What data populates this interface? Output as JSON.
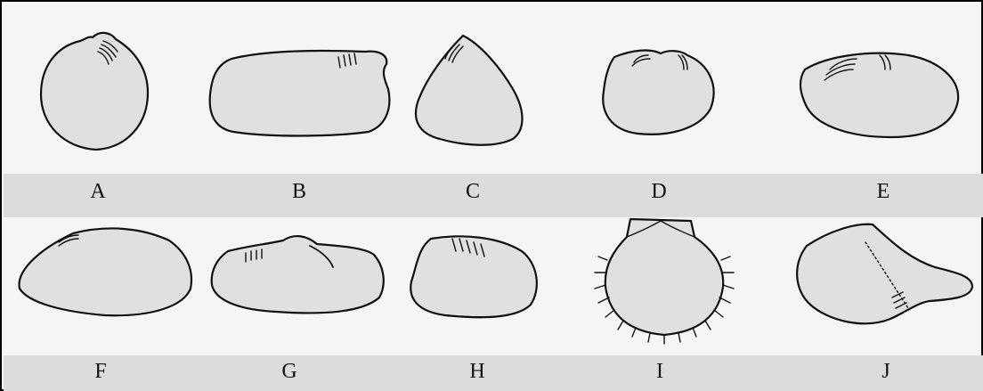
{
  "figure": {
    "shells": [
      {
        "id": "A",
        "label": "A"
      },
      {
        "id": "B",
        "label": "B"
      },
      {
        "id": "C",
        "label": "C"
      },
      {
        "id": "D",
        "label": "D"
      },
      {
        "id": "E",
        "label": "E"
      },
      {
        "id": "F",
        "label": "F"
      },
      {
        "id": "G",
        "label": "G"
      },
      {
        "id": "H",
        "label": "H"
      },
      {
        "id": "I",
        "label": "I"
      },
      {
        "id": "J",
        "label": "J"
      }
    ],
    "colors": {
      "shell_fill": "#e0e0e0",
      "background": "#f5f5f5",
      "label_band": "#dcdcdc",
      "outline": "#111111"
    }
  }
}
